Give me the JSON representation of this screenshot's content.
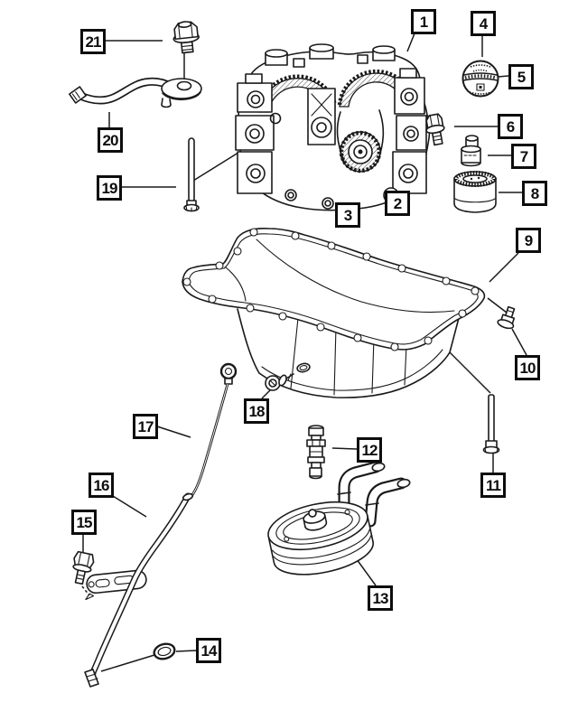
{
  "diagram": {
    "type": "exploded-parts-diagram",
    "subject_icon": "engine-oil-pan-and-balance-shaft-parts",
    "colors": {
      "background": "#ffffff",
      "line": "#1a1a1a",
      "callout_border": "#0d0d0d"
    },
    "callouts": [
      {
        "label": "1",
        "part_icon": "balance-shaft-module"
      },
      {
        "label": "2",
        "part_icon": "sprocket-bolt"
      },
      {
        "label": "3",
        "part_icon": "oil-pump-sprocket"
      },
      {
        "label": "4",
        "part_icon": "oil-filler-cap-pointer"
      },
      {
        "label": "5",
        "part_icon": "oil-filler-cap"
      },
      {
        "label": "6",
        "part_icon": "hex-flange-bolt"
      },
      {
        "label": "7",
        "part_icon": "adapter-plug"
      },
      {
        "label": "8",
        "part_icon": "oil-filter"
      },
      {
        "label": "9",
        "part_icon": "oil-pan"
      },
      {
        "label": "10",
        "part_icon": "pan-bolt-short"
      },
      {
        "label": "11",
        "part_icon": "pan-bolt-long"
      },
      {
        "label": "12",
        "part_icon": "oil-cooler-fitting"
      },
      {
        "label": "13",
        "part_icon": "engine-oil-cooler"
      },
      {
        "label": "14",
        "part_icon": "o-ring-seal"
      },
      {
        "label": "15",
        "part_icon": "bracket-bolt"
      },
      {
        "label": "16",
        "part_icon": "dipstick-tube"
      },
      {
        "label": "17",
        "part_icon": "oil-dipstick"
      },
      {
        "label": "18",
        "part_icon": "drain-plug"
      },
      {
        "label": "19",
        "part_icon": "stud-bolt-long"
      },
      {
        "label": "20",
        "part_icon": "oil-pickup-tube"
      },
      {
        "label": "21",
        "part_icon": "pickup-tube-bolt"
      }
    ]
  }
}
